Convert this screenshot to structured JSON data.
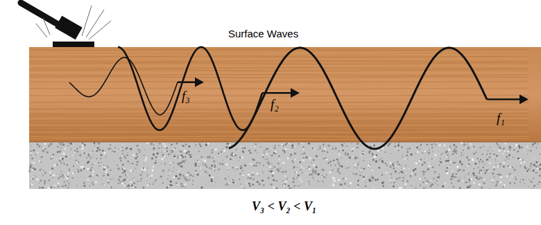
{
  "diagram": {
    "title": "Surface Waves",
    "caption": "V₃ < V₂ < V₁",
    "labels": [
      "f₃",
      "f₂",
      "f₁"
    ]
  }
}
